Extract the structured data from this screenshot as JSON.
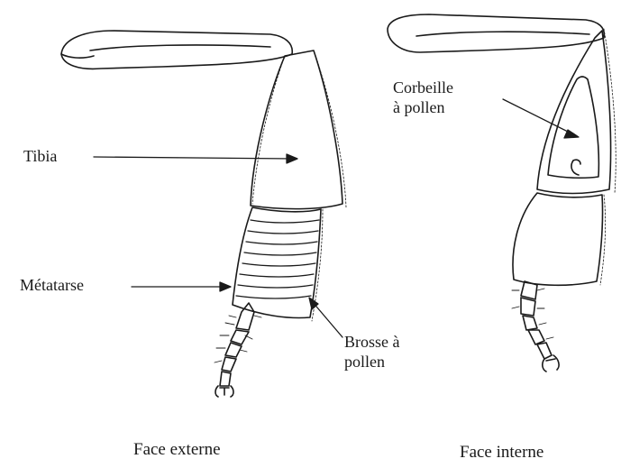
{
  "labels": {
    "tibia": "Tibia",
    "metatarse": "Métatarse",
    "brosse_line1": "Brosse à",
    "brosse_line2": "pollen",
    "corbeille_line1": "Corbeille",
    "corbeille_line2": "à pollen"
  },
  "captions": {
    "externe": "Face externe",
    "interne": "Face interne"
  },
  "colors": {
    "ink": "#1a1a1a",
    "background": "#ffffff"
  }
}
